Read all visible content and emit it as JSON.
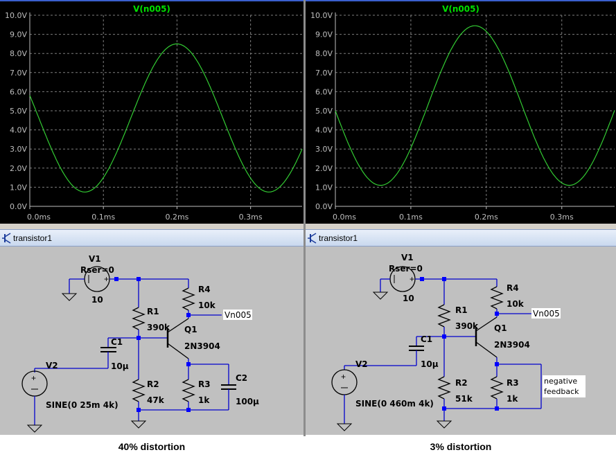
{
  "plots": [
    {
      "title": "V(n005)",
      "y_ticks": [
        "10.0V",
        "9.0V",
        "8.0V",
        "7.0V",
        "6.0V",
        "5.0V",
        "4.0V",
        "3.0V",
        "2.0V",
        "1.0V",
        "0.0V"
      ],
      "x_ticks": [
        "0.0ms",
        "0.1ms",
        "0.2ms",
        "0.3ms"
      ],
      "waveform": {
        "offset": 4.6,
        "amp_pos": 3.9,
        "amp_neg": 3.9,
        "freq_khz": 4,
        "min_v": 0.75,
        "max_v": 8.5,
        "start_v": 5.8,
        "t_max_ms": 0.37
      }
    },
    {
      "title": "V(n005)",
      "y_ticks": [
        "10.0V",
        "9.0V",
        "8.0V",
        "7.0V",
        "6.0V",
        "5.0V",
        "4.0V",
        "3.0V",
        "2.0V",
        "1.0V",
        "0.0V"
      ],
      "x_ticks": [
        "0.0ms",
        "0.1ms",
        "0.2ms",
        "0.3ms"
      ],
      "waveform": {
        "min_v": 1.1,
        "max_v": 9.45,
        "start_v": 5.0,
        "t_max_ms": 0.37
      }
    }
  ],
  "colors": {
    "trace": "#33cc33",
    "grid": "#7f7f7f",
    "wire": "#0000cc",
    "node": "#0000ff"
  },
  "windows": [
    {
      "title": "transistor1"
    },
    {
      "title": "transistor1"
    }
  ],
  "schematics": [
    {
      "v1": {
        "name": "V1",
        "param": "Rser=0",
        "value": "10"
      },
      "r1": {
        "name": "R1",
        "value": "390k"
      },
      "r2": {
        "name": "R2",
        "value": "47k"
      },
      "r3": {
        "name": "R3",
        "value": "1k"
      },
      "r4": {
        "name": "R4",
        "value": "10k"
      },
      "c1": {
        "name": "C1",
        "value": "10µ"
      },
      "c2": {
        "name": "C2",
        "value": "100µ"
      },
      "q1": {
        "name": "Q1",
        "model": "2N3904"
      },
      "v2": {
        "name": "V2",
        "value": "SINE(0 25m 4k)"
      },
      "net": "Vn005"
    },
    {
      "v1": {
        "name": "V1",
        "param": "Rser=0",
        "value": "10"
      },
      "r1": {
        "name": "R1",
        "value": "390k"
      },
      "r2": {
        "name": "R2",
        "value": "51k"
      },
      "r3": {
        "name": "R3",
        "value": "1k"
      },
      "r4": {
        "name": "R4",
        "value": "10k"
      },
      "c1": {
        "name": "C1",
        "value": "10µ"
      },
      "q1": {
        "name": "Q1",
        "model": "2N3904"
      },
      "v2": {
        "name": "V2",
        "value": "SINE(0 460m 4k)"
      },
      "net": "Vn005",
      "note_line1": "negative",
      "note_line2": "feedback"
    }
  ],
  "captions": [
    "40% distortion",
    "3% distortion"
  ]
}
